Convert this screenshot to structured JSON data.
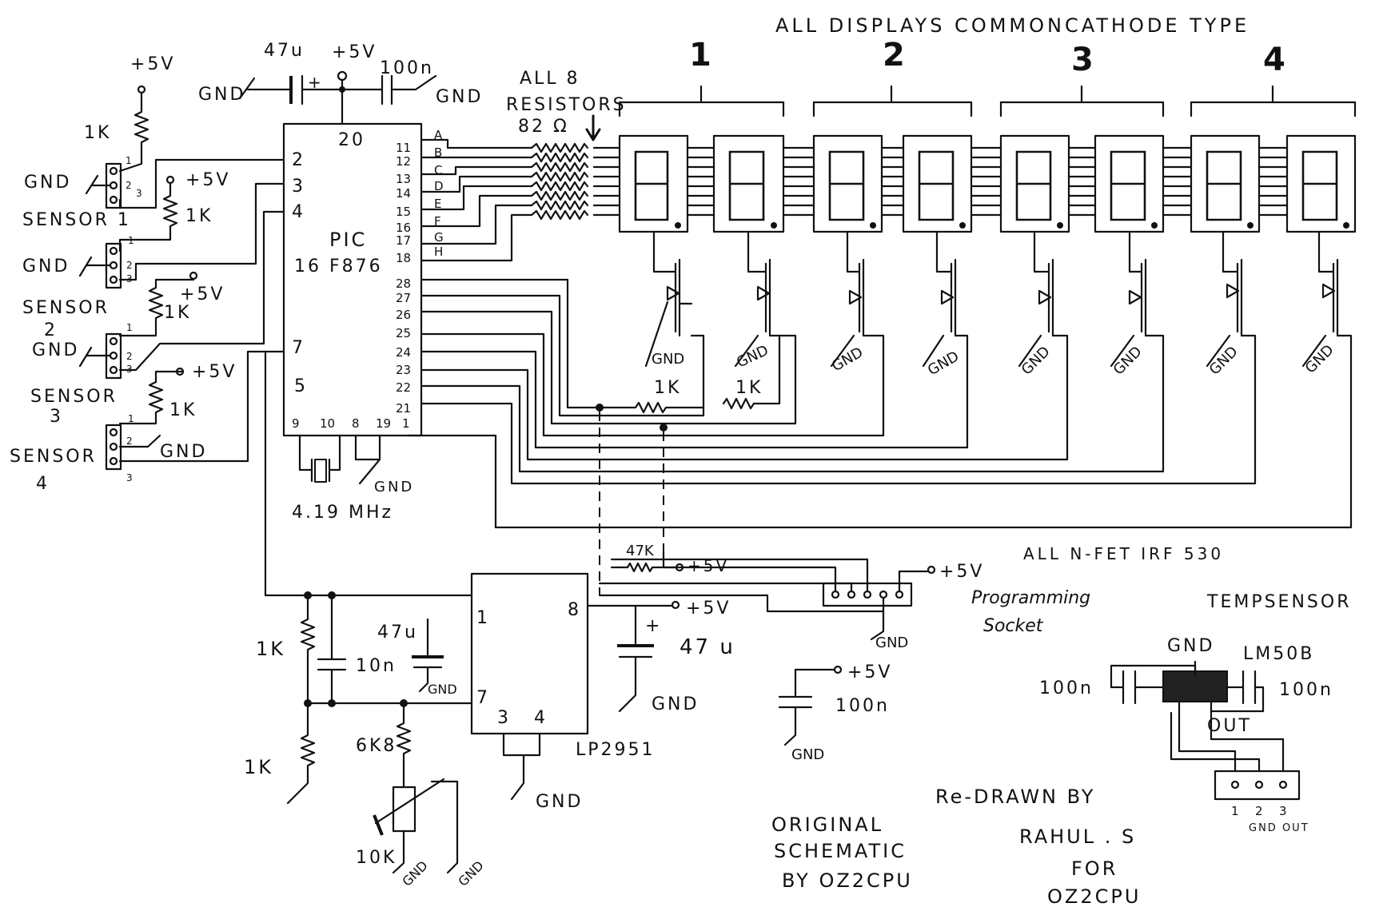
{
  "header": {
    "title": "ALL DISPLAYS COMMONCATHODE TYPE"
  },
  "display_groups": [
    "1",
    "2",
    "3",
    "4"
  ],
  "resistor_note": {
    "line1": "ALL 8",
    "line2": "RESISTORS",
    "value": "82 Ω"
  },
  "mcu": {
    "line1": "PIC",
    "line2": "16 F876",
    "top_pin": "20",
    "left_pins": [
      "2",
      "3",
      "4",
      "7",
      "5"
    ],
    "right_pins": [
      "11",
      "12",
      "13",
      "14",
      "15",
      "16",
      "17",
      "18",
      "28",
      "27",
      "26",
      "25",
      "24",
      "23",
      "22",
      "21"
    ],
    "bottom_pins": [
      "9",
      "10",
      "8",
      "19",
      "1"
    ],
    "segment_letters": [
      "A",
      "B",
      "C",
      "D",
      "E",
      "F",
      "G",
      "H"
    ]
  },
  "power_top": {
    "cap1": "47u",
    "supply": "+5V",
    "cap2": "100n",
    "gnd_left": "GND",
    "gnd_right": "GND"
  },
  "sensors": [
    {
      "name": "SENSOR 1",
      "resistor": "1K",
      "supply": "+5V",
      "gnd": "GND",
      "pins": [
        "1",
        "2",
        "3"
      ]
    },
    {
      "name": "SENSOR 2",
      "resistor": "1K",
      "supply": "+5V",
      "gnd": "GND",
      "pins": [
        "1",
        "2",
        "3"
      ]
    },
    {
      "name": "SENSOR 3",
      "resistor": "1K",
      "supply": "+5V",
      "gnd": "GND",
      "pins": [
        "1",
        "2",
        "3"
      ]
    },
    {
      "name": "SENSOR 4",
      "resistor": "1K",
      "supply": "+5V",
      "gnd": "GND",
      "pins": [
        "1",
        "2",
        "3"
      ]
    }
  ],
  "sensor_labels": {
    "s1": "SENSOR 1",
    "s2a": "SENSOR",
    "s2b": "2",
    "s3a": "SENSOR",
    "s3b": "3",
    "s4a": "SENSOR",
    "s4b": "4"
  },
  "crystal": {
    "freq": "4.19 MHz",
    "gnd": "GND"
  },
  "fet_note": "ALL N-FET IRF 530",
  "fet_gnd": "GND",
  "bias_resistors": [
    "1K",
    "1K"
  ],
  "pullup": "47K",
  "supply": "+5V",
  "programming": {
    "line1": "Programming",
    "line2": "Socket",
    "gnd": "GND"
  },
  "regulator": {
    "name": "LP2951",
    "pins": [
      "1",
      "8",
      "7",
      "3",
      "4"
    ],
    "cap_in": "47u",
    "cap_out": "47 u",
    "cap_fb": "10n",
    "r_top": "1K",
    "r_bottom": "1K",
    "r_series": "6K8",
    "pot": "10K",
    "gnd": "GND"
  },
  "decoupling": {
    "value": "100n",
    "supply": "+5V",
    "gnd": "GND"
  },
  "temp_sensor": {
    "title": "TEMPSENSOR",
    "part": "LM50B",
    "gnd": "GND",
    "out": "OUT",
    "cap_left": "100n",
    "cap_right": "100n",
    "header_pins": [
      "1",
      "2",
      "3"
    ],
    "header_labels": "GND OUT"
  },
  "credits": {
    "original_1": "ORIGINAL",
    "original_2": "SCHEMATIC",
    "original_3": "BY OZ2CPU",
    "redrawn_1": "Re-DRAWN BY",
    "redrawn_2": "RAHUL . S",
    "redrawn_3": "FOR",
    "redrawn_4": "OZ2CPU"
  }
}
